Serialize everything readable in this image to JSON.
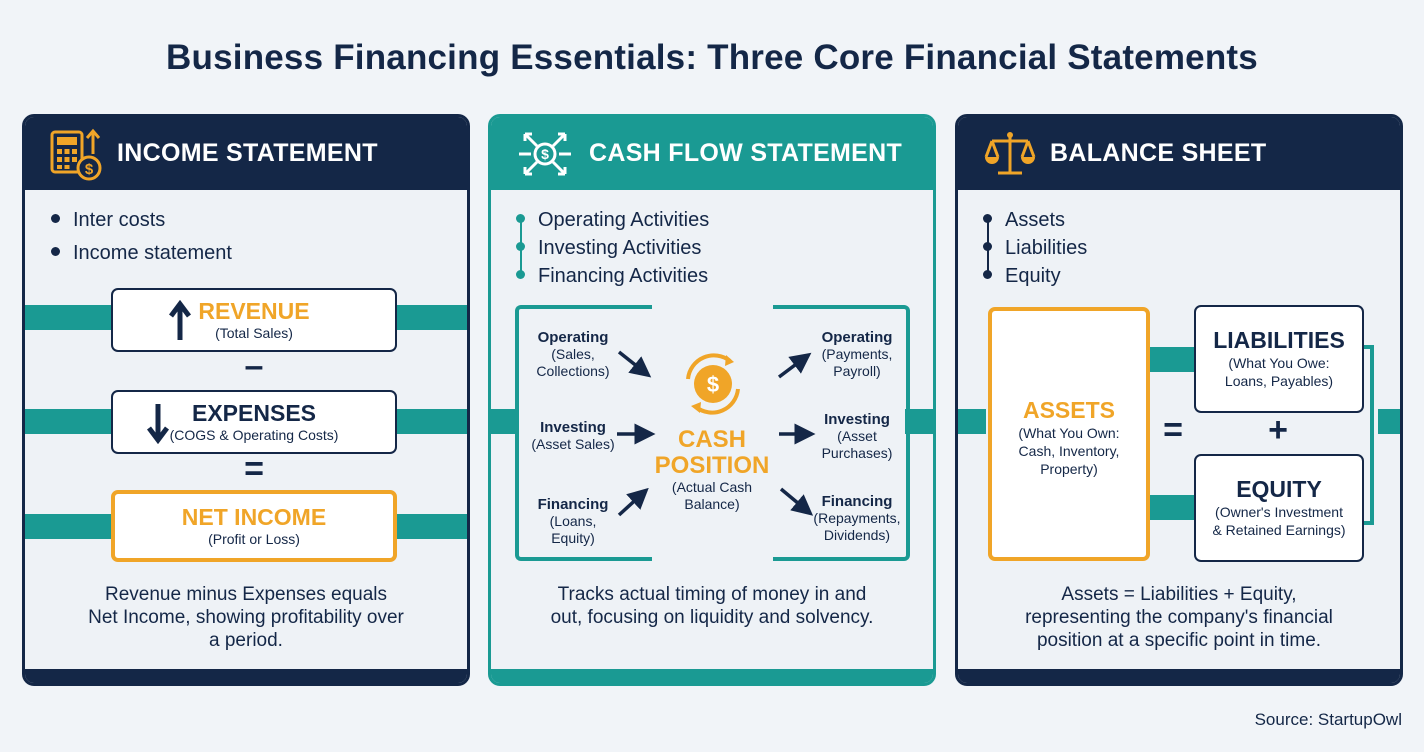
{
  "title": "Business Financing Essentials: Three Core Financial Statements",
  "source": "Source: StartupOwl",
  "colors": {
    "navy": "#142747",
    "teal": "#1a9a93",
    "orange": "#f0a528",
    "background": "#f1f4f8"
  },
  "income": {
    "header": "INCOME STATEMENT",
    "bullets": [
      "Inter costs",
      "Income statement"
    ],
    "revenue": {
      "label": "REVENUE",
      "sub": "(Total Sales)"
    },
    "minus": "–",
    "expenses": {
      "label": "EXPENSES",
      "sub": "(COGS & Operating Costs)"
    },
    "equals": "=",
    "net": {
      "label": "NET INCOME",
      "sub": "(Profit or Loss)"
    },
    "desc": [
      "Revenue minus Expenses equals",
      "Net Income, showing profitability over",
      "a period."
    ]
  },
  "cashflow": {
    "header": "CASH FLOW STATEMENT",
    "bullets": [
      "Operating Activities",
      "Investing Activities",
      "Financing Activities"
    ],
    "inflows": [
      {
        "title": "Operating",
        "lines": [
          "(Sales,",
          "Collections)"
        ]
      },
      {
        "title": "Investing",
        "lines": [
          "(Asset Sales)"
        ]
      },
      {
        "title": "Financing",
        "lines": [
          "(Loans,",
          "Equity)"
        ]
      }
    ],
    "outflows": [
      {
        "title": "Operating",
        "lines": [
          "(Payments,",
          "Payroll)"
        ]
      },
      {
        "title": "Investing",
        "lines": [
          "(Asset",
          "Purchases)"
        ]
      },
      {
        "title": "Financing",
        "lines": [
          "(Repayments,",
          "Dividends)"
        ]
      }
    ],
    "center": {
      "line1": "CASH",
      "line2": "POSITION",
      "sub1": "(Actual Cash",
      "sub2": "Balance)"
    },
    "desc": [
      "Tracks actual timing of money in and",
      "out, focusing on liquidity and solvency."
    ]
  },
  "balance": {
    "header": "BALANCE SHEET",
    "bullets": [
      "Assets",
      "Liabilities",
      "Equity"
    ],
    "assets": {
      "label": "ASSETS",
      "sub": [
        "(What You Own:",
        "Cash, Inventory,",
        "Property)"
      ]
    },
    "equals": "=",
    "plus": "+",
    "liabilities": {
      "label": "LIABILITIES",
      "sub": [
        "(What You Owe:",
        "Loans, Payables)"
      ]
    },
    "equity": {
      "label": "EQUITY",
      "sub": [
        "(Owner's Investment",
        "& Retained Earnings)"
      ]
    },
    "desc": [
      "Assets = Liabilities + Equity,",
      "representing the company's financial",
      "position at a specific point in time."
    ]
  }
}
